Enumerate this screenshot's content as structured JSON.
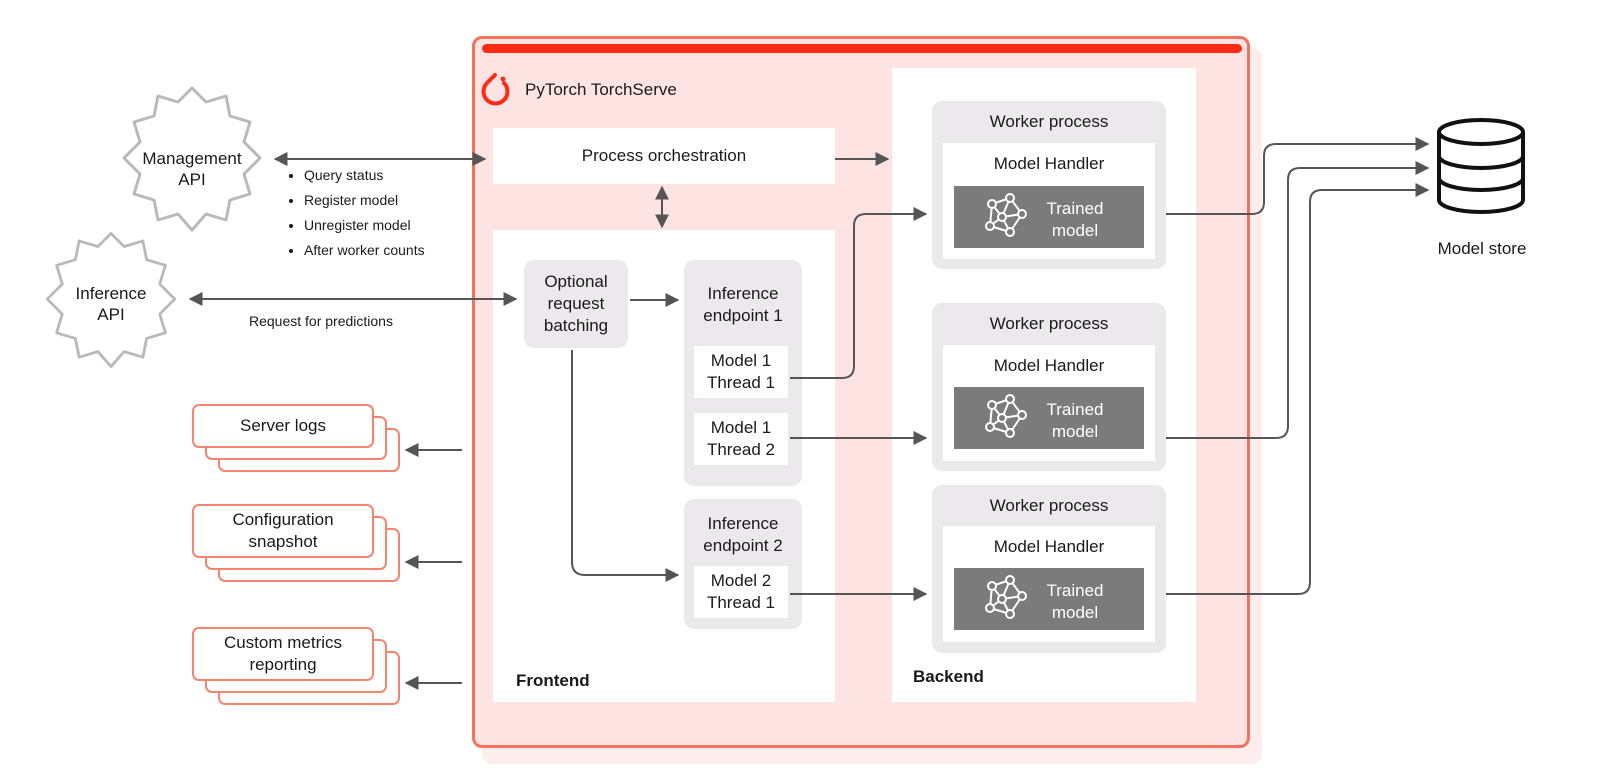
{
  "brand": {
    "title": "PyTorch TorchServe"
  },
  "external": {
    "management_api": {
      "line1": "Management",
      "line2": "API"
    },
    "inference_api": {
      "line1": "Inference",
      "line2": "API"
    },
    "management_bullets": [
      "Query status",
      "Register model",
      "Unregister model",
      "After worker counts"
    ],
    "inference_label": "Request for predictions",
    "outputs": [
      {
        "line1": "Server logs",
        "line2": ""
      },
      {
        "line1": "Configuration",
        "line2": "snapshot"
      },
      {
        "line1": "Custom metrics",
        "line2": "reporting"
      }
    ],
    "model_store": "Model store"
  },
  "frontend": {
    "label": "Frontend",
    "orchestration": "Process orchestration",
    "batching": {
      "line1": "Optional",
      "line2": "request",
      "line3": "batching"
    },
    "endpoint1": {
      "line1": "Inference",
      "line2": "endpoint 1",
      "threads": [
        {
          "line1": "Model 1",
          "line2": "Thread 1"
        },
        {
          "line1": "Model 1",
          "line2": "Thread 2"
        }
      ]
    },
    "endpoint2": {
      "line1": "Inference",
      "line2": "endpoint 2",
      "threads": [
        {
          "line1": "Model 2",
          "line2": "Thread 1"
        }
      ]
    }
  },
  "backend": {
    "label": "Backend",
    "workers": [
      {
        "title": "Worker process",
        "handler": "Model Handler",
        "model_line1": "Trained",
        "model_line2": "model"
      },
      {
        "title": "Worker process",
        "handler": "Model Handler",
        "model_line1": "Trained",
        "model_line2": "model"
      },
      {
        "title": "Worker process",
        "handler": "Model Handler",
        "model_line1": "Trained",
        "model_line2": "model"
      }
    ]
  },
  "colors": {
    "accent_red": "#ff2a12",
    "border_salmon": "#f3715d",
    "panel_pink": "#fde3e1",
    "box_gray": "#ebe9ec",
    "model_dark": "#7c7b7c",
    "arrow_gray": "#555555"
  },
  "icons": [
    "pytorch-logo-icon",
    "gear-icon",
    "database-icon",
    "neural-network-icon"
  ]
}
